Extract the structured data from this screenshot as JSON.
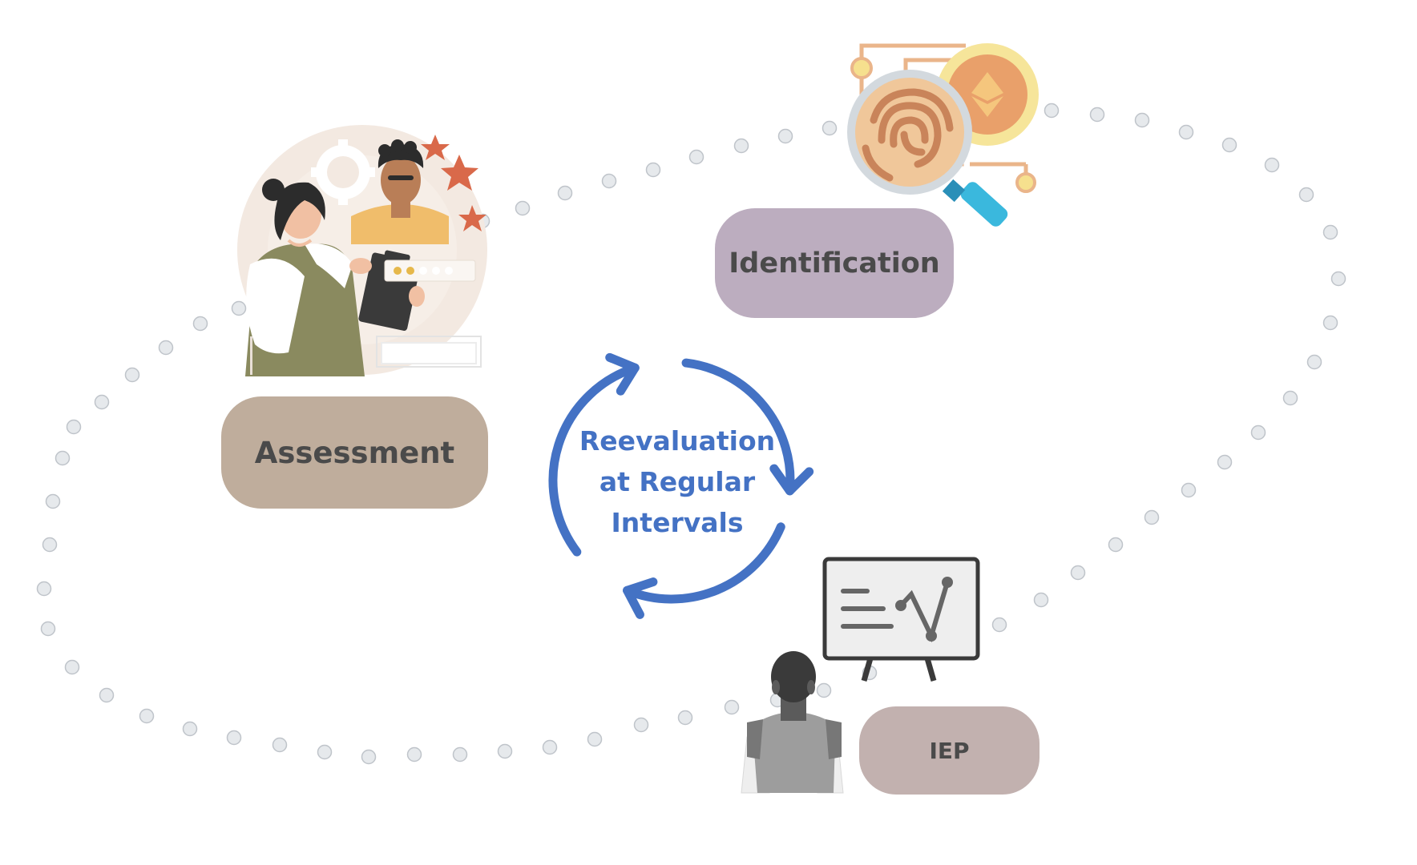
{
  "diagram": {
    "center_label": [
      "Reevaluation",
      "at Regular",
      "Intervals"
    ],
    "stages": [
      {
        "id": "assessment",
        "label": "Assessment",
        "icon": "assessment-illustration",
        "color": "#bfad9c"
      },
      {
        "id": "identification",
        "label": "Identification",
        "icon": "fingerprint-magnifier-illustration",
        "color": "#bcadbf"
      },
      {
        "id": "iep",
        "label": "IEP",
        "icon": "presenter-whiteboard-illustration",
        "color": "#c2b1af"
      }
    ]
  },
  "colors": {
    "cycle_blue": "#4472c4",
    "dot_fill": "#e6e9ec",
    "dot_stroke": "#bfc4ca",
    "label_text": "#4a4a4a"
  }
}
